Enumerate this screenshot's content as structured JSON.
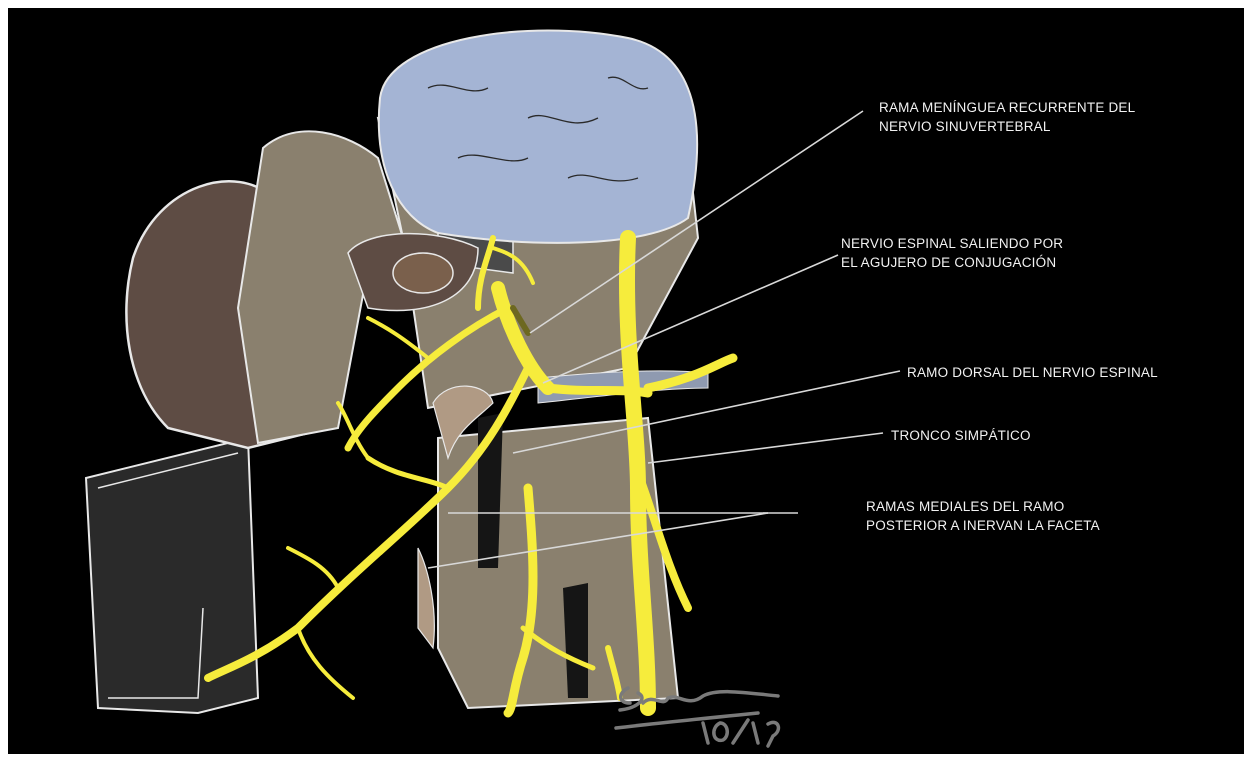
{
  "colors": {
    "background": "#000000",
    "vertebral_body_bone": "#8a806e",
    "disc_and_cord": "#a4b4d4",
    "muscle": "#5e4c44",
    "nerve": "#f6ec3c",
    "outline": "#e8e8e8",
    "leader_line": "#d8d8d8"
  },
  "labels": [
    {
      "lines": [
        "RAMA MENÍNGUEA RECURRENTE DEL",
        "NERVIO SINUVERTEBRAL"
      ]
    },
    {
      "lines": [
        "NERVIO ESPINAL SALIENDO POR",
        "EL AGUJERO DE CONJUGACIÓN"
      ]
    },
    {
      "lines": [
        "RAMO DORSAL DEL NERVIO ESPINAL"
      ]
    },
    {
      "lines": [
        "TRONCO SIMPÁTICO"
      ]
    },
    {
      "lines": [
        "RAMAS MEDIALES DEL RAMO",
        "POSTERIOR A INERVAN LA FACETA"
      ]
    }
  ],
  "signature": {
    "text": "Eeu 10/19"
  }
}
